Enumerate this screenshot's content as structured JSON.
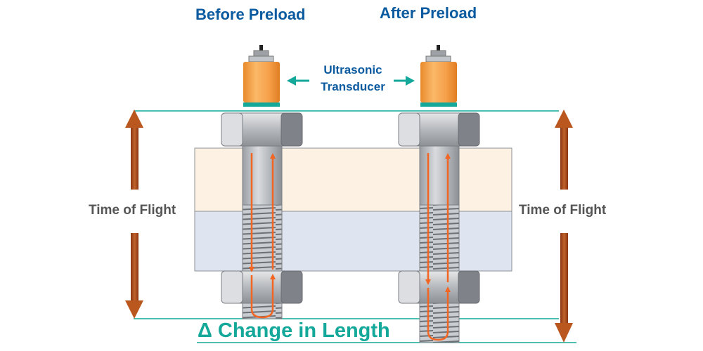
{
  "titles": {
    "before": "Before Preload",
    "after": "After Preload"
  },
  "transducer_label": {
    "line1": "Ultrasonic",
    "line2": "Transducer"
  },
  "tof_label_left": "Time of Flight",
  "tof_label_right": "Time of Flight",
  "delta_label": "Δ Change in Length",
  "colors": {
    "title_blue": "#0a5aa0",
    "teal": "#13a89a",
    "orange_arrow": "#f26522",
    "tof_arrow": "#a0461c",
    "transducer": "#f7a550",
    "top_plate": "#fdf1e4",
    "bottom_plate": "#dfe4f1",
    "steel": "#b8bcc0"
  }
}
